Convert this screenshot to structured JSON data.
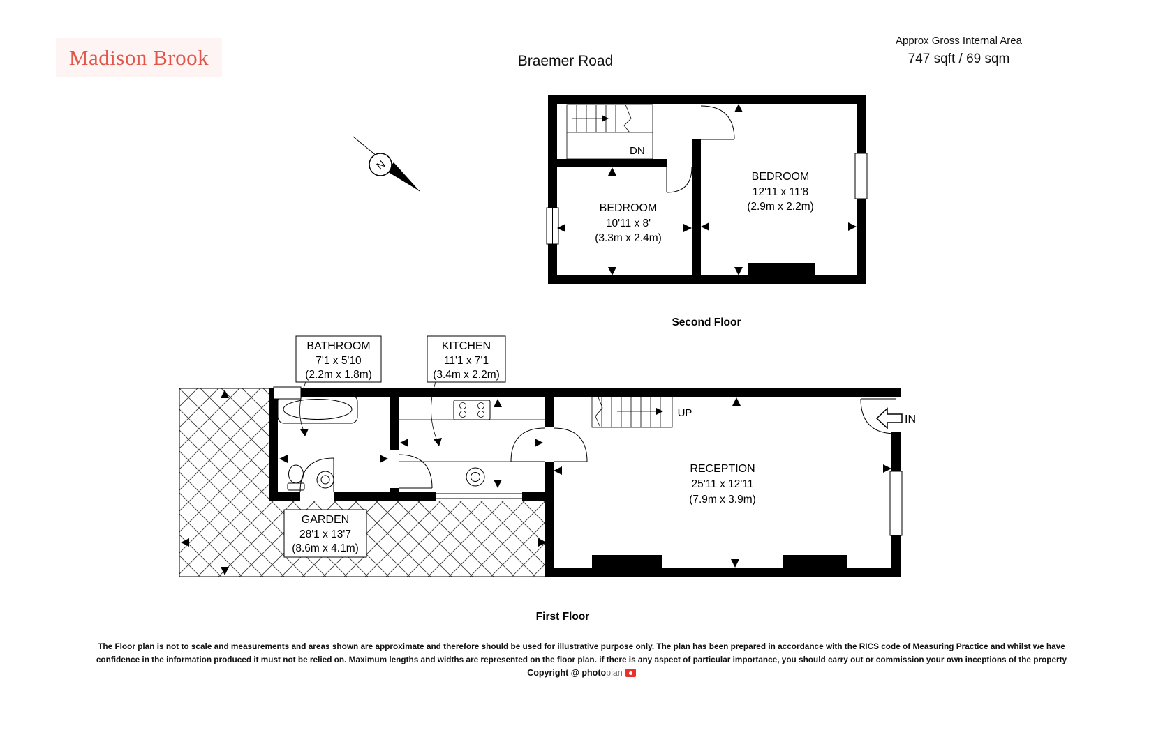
{
  "header": {
    "brand": "Madison Brook",
    "title": "Braemer Road",
    "area_label": "Approx Gross Internal Area",
    "area_value": "747 sqft / 69 sqm"
  },
  "compass": {
    "north": "N"
  },
  "floors": {
    "second": {
      "caption": "Second Floor",
      "stairs_label": "DN",
      "bedroom1": {
        "name": "BEDROOM",
        "imperial": "10'11 x 8'",
        "metric": "(3.3m x 2.4m)"
      },
      "bedroom2": {
        "name": "BEDROOM",
        "imperial": "12'11 x 11'8",
        "metric": "(2.9m x 2.2m)"
      }
    },
    "first": {
      "caption": "First Floor",
      "stairs_label": "UP",
      "entrance_label": "IN",
      "bathroom": {
        "name": "BATHROOM",
        "imperial": "7'1 x 5'10",
        "metric": "(2.2m x 1.8m)"
      },
      "kitchen": {
        "name": "KITCHEN",
        "imperial": "11'1 x 7'1",
        "metric": "(3.4m x 2.2m)"
      },
      "reception": {
        "name": "RECEPTION",
        "imperial": "25'11 x 12'11",
        "metric": "(7.9m x 3.9m)"
      },
      "garden": {
        "name": "GARDEN",
        "imperial": "28'1 x 13'7",
        "metric": "(8.6m x 4.1m)"
      }
    }
  },
  "footer": {
    "disclaimer_line1": "The Floor plan is not to scale and measurements and areas shown are approximate and therefore should be used for illustrative purpose only. The plan has been prepared in accordance with the RICS code of Measuring Practice and whilst we have",
    "disclaimer_line2": "confidence in the information produced it must not be relied on. Maximum  lengths and widths are represented on the floor plan. if there is any aspect of particular importance, you should carry out or commission your own inceptions of the property",
    "copyright_prefix": "Copyright @",
    "copyright_brand_bold": "photo",
    "copyright_brand_light": "plan"
  },
  "colors": {
    "brand_red": "#e25549",
    "wall_black": "#000000"
  }
}
